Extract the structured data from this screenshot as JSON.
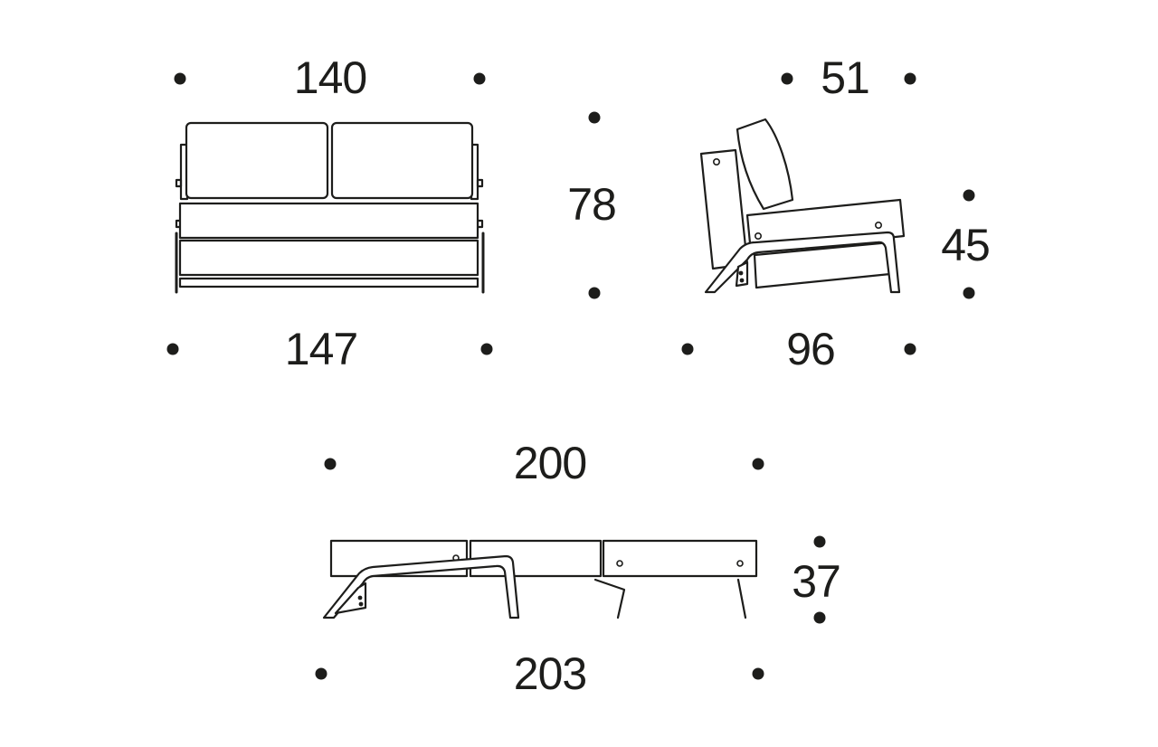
{
  "colors": {
    "ink": "#1d1d1b",
    "background": "#ffffff"
  },
  "front_view": {
    "width_top": "140",
    "width_bottom": "147",
    "height": "78"
  },
  "side_view": {
    "depth_top": "51",
    "seat_height": "45",
    "depth_bottom": "96"
  },
  "bed_view": {
    "length_top": "200",
    "length_bottom": "203",
    "height": "37"
  }
}
